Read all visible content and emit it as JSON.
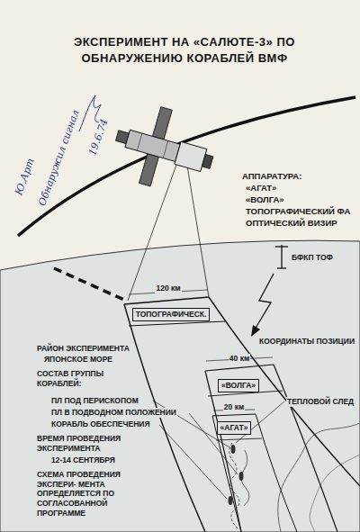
{
  "diagram": {
    "title": "ЭКСПЕРИМЕНТ НА «САЛЮТЕ-3» ПО ОБНАРУЖЕНИЮ КОРАБЛЕЙ ВМФ",
    "nodes": [
      {
        "text": [
          "ТОПОГРАФИЧЕСК."
        ]
      },
      {
        "text": [
          "«ВОЛГА»"
        ]
      },
      {
        "text": [
          "«АГАТ»"
        ]
      }
    ],
    "labels": [
      "АППАРАТУРА:",
      "«АГАТ»",
      "«ВОЛГА»",
      "ТОПОГРАФИЧЕСКИЙ ФА",
      "ОПТИЧЕСКИЙ ВИЗИР",
      "120 км",
      "40 км",
      "20 км",
      "БФКП ТОФ",
      "КООРДИНАТЫ ПОЗИЦИИ",
      "РАЙОН ЭКСПЕРИМЕНТА",
      "ЯПОНСКОЕ МОРЕ",
      "СОСТАВ ГРУППЫ КОРАБЛЕЙ:",
      "ПЛ ПОД ПЕРИСКОПОМ",
      "ПЛ В ПОДВОДНОМ ПОЛОЖЕНИИ",
      "КОРАБЛЬ ОБЕСПЕЧЕНИЯ",
      "ВРЕМЯ ПРОВЕДЕНИЯ ЭКСПЕРИМЕНТА",
      "12-14 СЕНТЯБРЯ",
      "СХЕМА ПРОВЕДЕНИЯ ЭКСПЕРИ- МЕНТА ОПРЕДЕЛЯЕТСЯ ПО СОГЛАСОВАННОЙ ПРОГРАММЕ",
      "ТЕПЛОВОЙ СЛЕД",
      "Ю.Арт",
      "Обнаружил сигнал",
      "19.6.74"
    ]
  }
}
